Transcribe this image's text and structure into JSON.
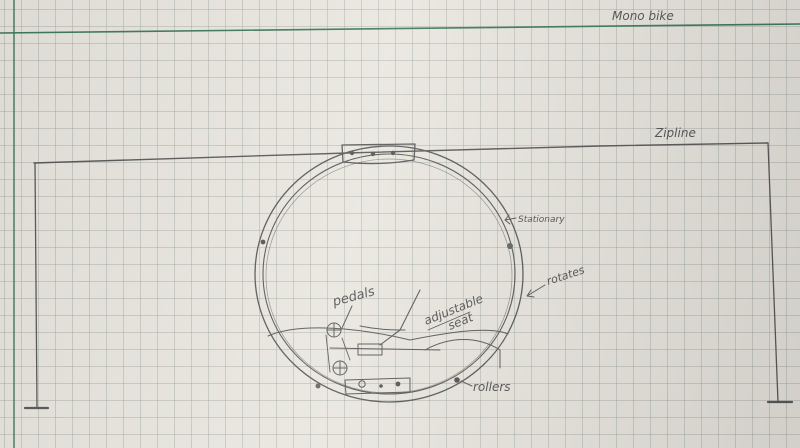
{
  "title": "Mono bike",
  "labels": {
    "zipline": "Zipline",
    "stationary": "Stationary",
    "rotates": "rotates",
    "pedals": "pedals",
    "adjustable_seat_line1": "adjustable",
    "adjustable_seat_line2": "seat",
    "rollers": "rollers"
  },
  "colors": {
    "paper": "#e9e7df",
    "grid": "#9aa39a",
    "margin_line": "#3f7a5a",
    "pencil": "#5a5a5a"
  }
}
